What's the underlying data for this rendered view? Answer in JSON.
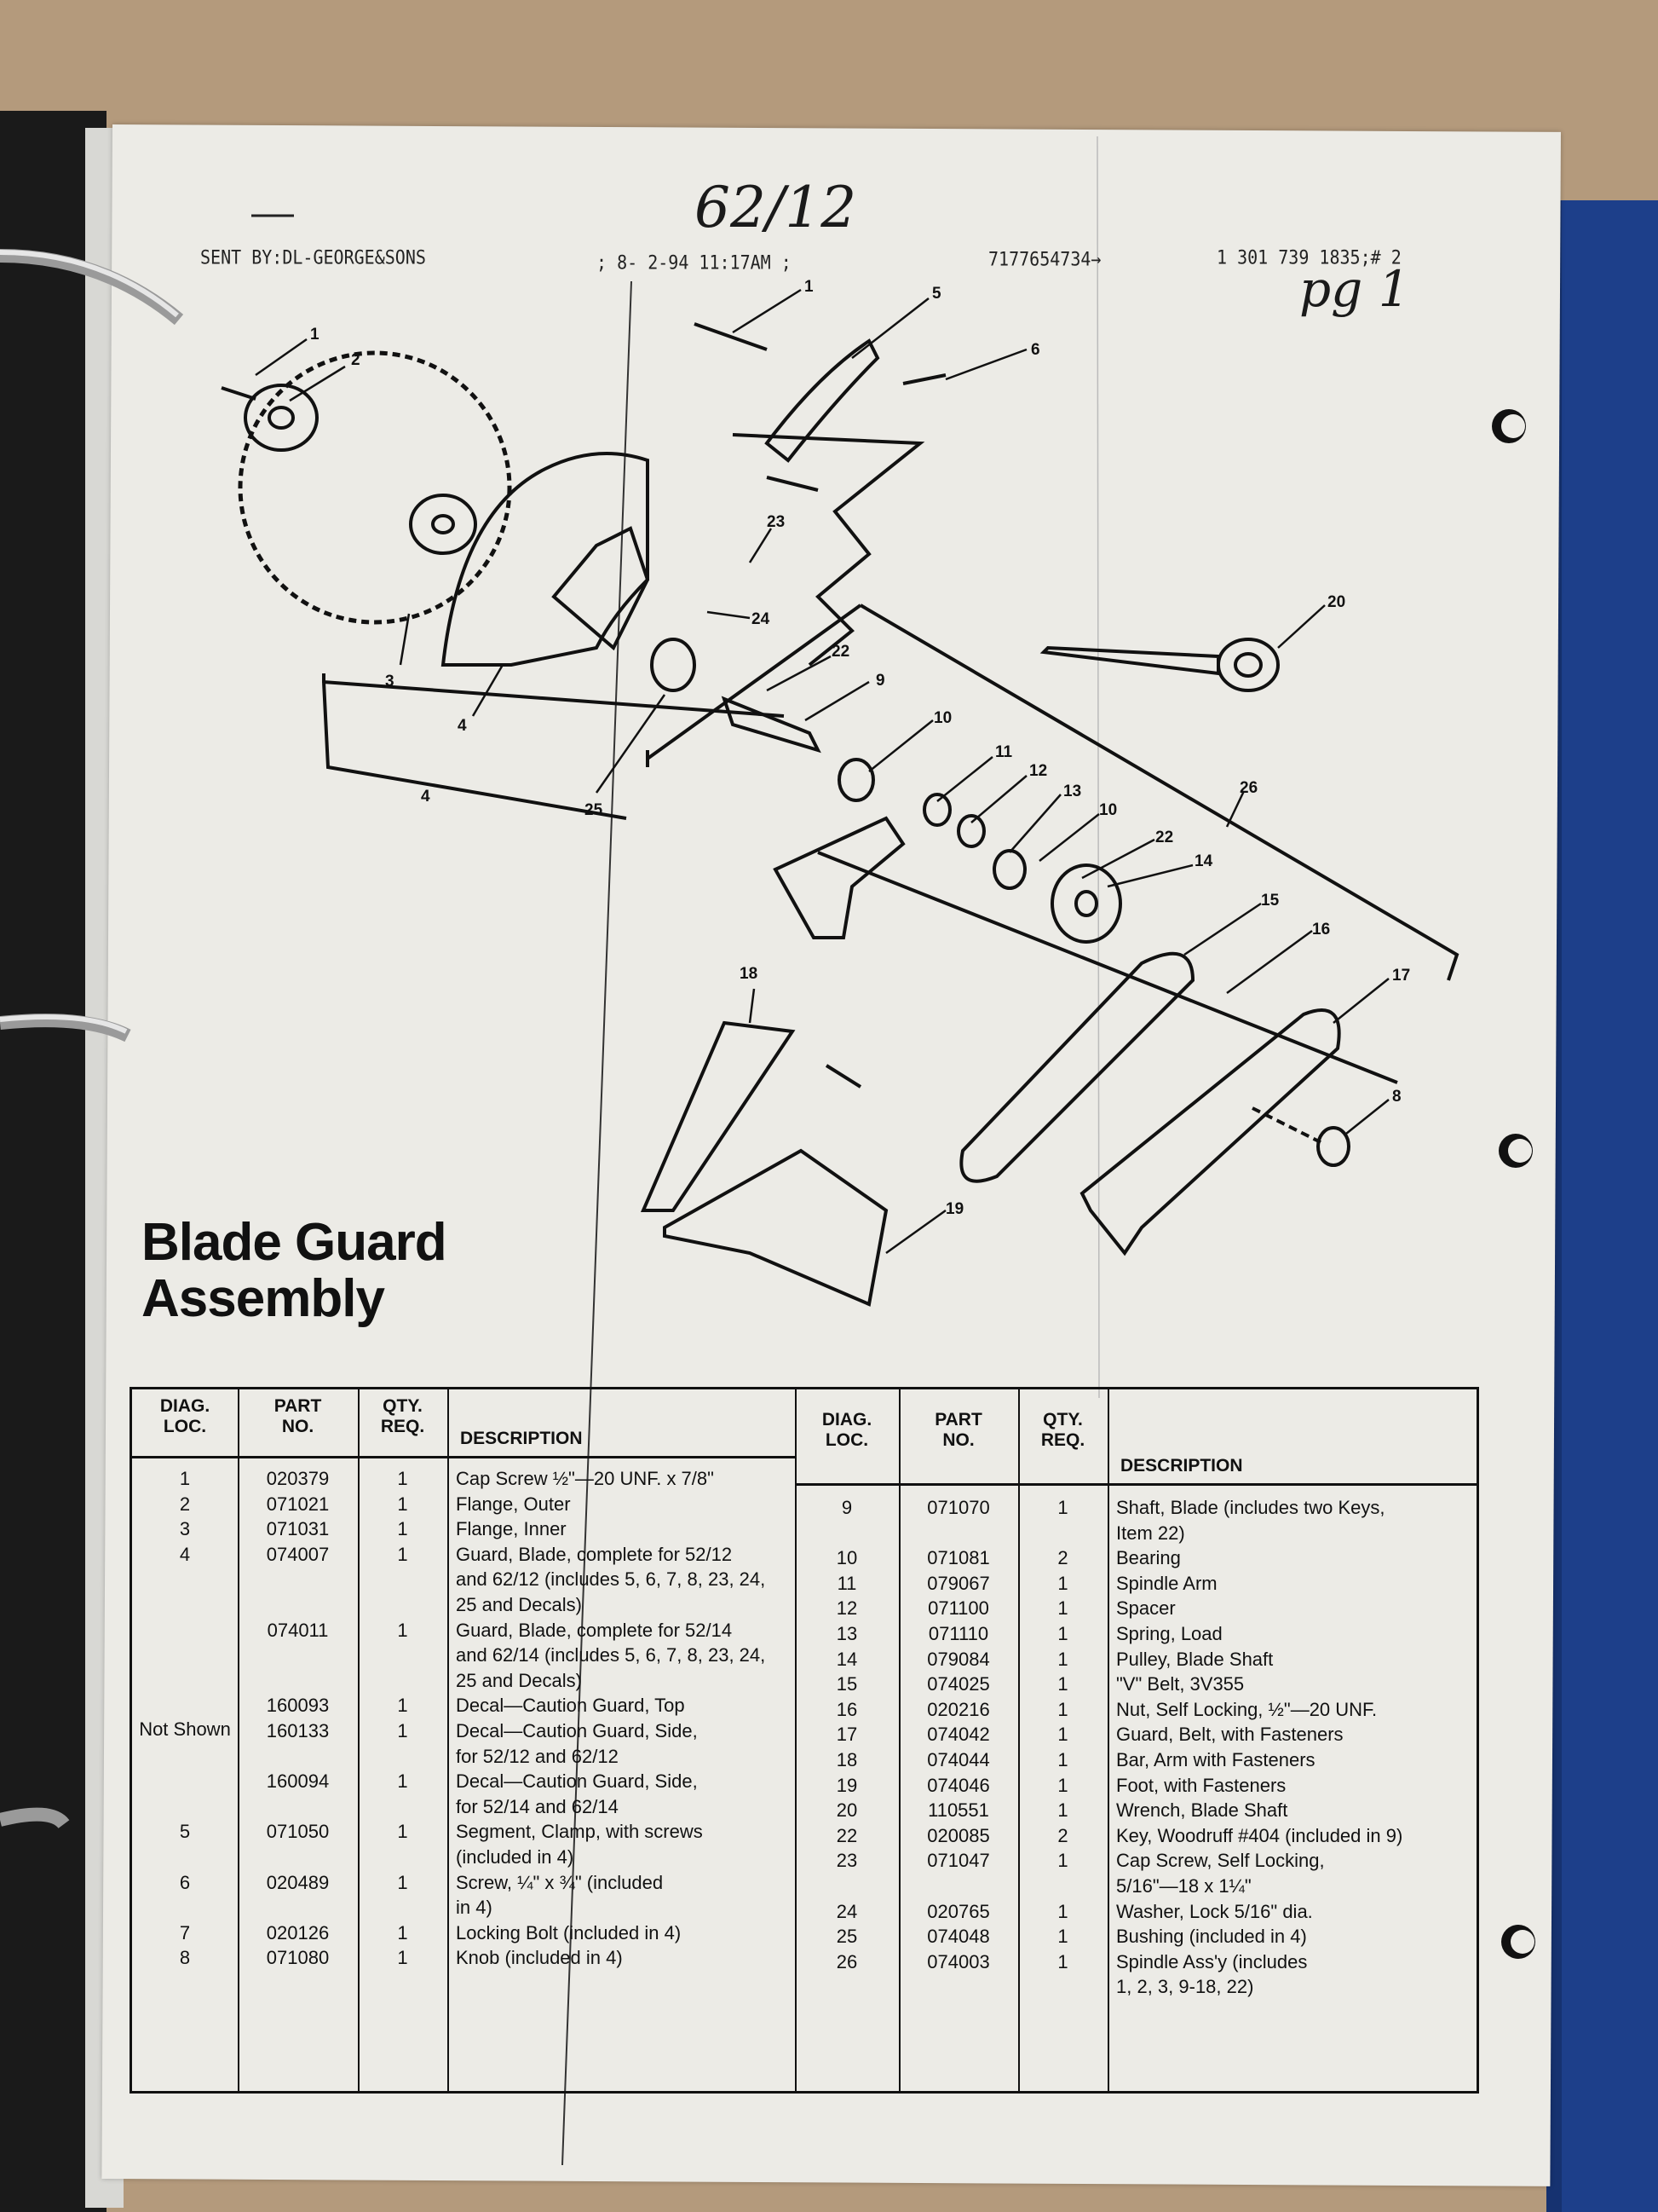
{
  "fax_header": {
    "sender": "SENT BY:DL-GEORGE&SONS",
    "datetime": "; 8- 2-94 11:17AM ;",
    "from_number": "7177654734→",
    "to_number": "1 301 739 1835;# 2"
  },
  "handwriting": {
    "model": "62/12",
    "page": "pg 1"
  },
  "title": {
    "line1": "Blade Guard",
    "line2": "Assembly"
  },
  "diagram": {
    "callouts": [
      "1",
      "2",
      "3",
      "4",
      "4",
      "5",
      "6",
      "1",
      "23",
      "24",
      "22",
      "9",
      "10",
      "11",
      "12",
      "13",
      "10",
      "22",
      "14",
      "15",
      "16",
      "17",
      "8",
      "18",
      "19",
      "20",
      "25",
      "26"
    ]
  },
  "table": {
    "headers": {
      "diag": [
        "DIAG.",
        "LOC."
      ],
      "part": [
        "PART",
        "NO."
      ],
      "qty": [
        "QTY.",
        "REQ."
      ],
      "desc": "DESCRIPTION"
    },
    "left_rows": [
      {
        "diag": "1",
        "part": "020379",
        "qty": "1",
        "desc": [
          "Cap Screw ½\"—20 UNF. x 7/8\""
        ]
      },
      {
        "diag": "2",
        "part": "071021",
        "qty": "1",
        "desc": [
          "Flange, Outer"
        ]
      },
      {
        "diag": "3",
        "part": "071031",
        "qty": "1",
        "desc": [
          "Flange, Inner"
        ]
      },
      {
        "diag": "4",
        "part": "074007",
        "qty": "1",
        "desc": [
          "Guard, Blade, complete for 52/12",
          "and 62/12 (includes 5, 6, 7, 8, 23, 24,",
          "25 and Decals)"
        ]
      },
      {
        "diag": "",
        "part": "074011",
        "qty": "1",
        "desc": [
          "Guard, Blade, complete for 52/14",
          "and 62/14 (includes 5, 6, 7, 8, 23, 24,",
          "25 and Decals)"
        ]
      },
      {
        "diag": "",
        "part": "160093",
        "qty": "1",
        "desc": [
          "Decal—Caution Guard, Top"
        ]
      },
      {
        "diag": "Not Shown",
        "part": "160133",
        "qty": "1",
        "desc": [
          "Decal—Caution Guard, Side,",
          "for 52/12 and 62/12"
        ]
      },
      {
        "diag": "",
        "part": "160094",
        "qty": "1",
        "desc": [
          "Decal—Caution Guard, Side,",
          "for 52/14 and 62/14"
        ]
      },
      {
        "diag": "5",
        "part": "071050",
        "qty": "1",
        "desc": [
          "Segment, Clamp, with screws",
          "(included in 4)"
        ]
      },
      {
        "diag": "6",
        "part": "020489",
        "qty": "1",
        "desc": [
          "Screw, ¼\" x ¾\" (included",
          "in 4)"
        ]
      },
      {
        "diag": "7",
        "part": "020126",
        "qty": "1",
        "desc": [
          "Locking Bolt (included in 4)"
        ]
      },
      {
        "diag": "8",
        "part": "071080",
        "qty": "1",
        "desc": [
          "Knob (included in 4)"
        ]
      }
    ],
    "right_rows": [
      {
        "diag": "9",
        "part": "071070",
        "qty": "1",
        "desc": [
          "Shaft, Blade (includes two Keys,",
          "Item 22)"
        ]
      },
      {
        "diag": "10",
        "part": "071081",
        "qty": "2",
        "desc": [
          "Bearing"
        ]
      },
      {
        "diag": "11",
        "part": "079067",
        "qty": "1",
        "desc": [
          "Spindle Arm"
        ]
      },
      {
        "diag": "12",
        "part": "071100",
        "qty": "1",
        "desc": [
          "Spacer"
        ]
      },
      {
        "diag": "13",
        "part": "071110",
        "qty": "1",
        "desc": [
          "Spring, Load"
        ]
      },
      {
        "diag": "14",
        "part": "079084",
        "qty": "1",
        "desc": [
          "Pulley, Blade Shaft"
        ]
      },
      {
        "diag": "15",
        "part": "074025",
        "qty": "1",
        "desc": [
          "\"V\" Belt, 3V355"
        ]
      },
      {
        "diag": "16",
        "part": "020216",
        "qty": "1",
        "desc": [
          "Nut, Self Locking, ½\"—20 UNF."
        ]
      },
      {
        "diag": "17",
        "part": "074042",
        "qty": "1",
        "desc": [
          "Guard, Belt, with Fasteners"
        ]
      },
      {
        "diag": "18",
        "part": "074044",
        "qty": "1",
        "desc": [
          "Bar, Arm with Fasteners"
        ]
      },
      {
        "diag": "19",
        "part": "074046",
        "qty": "1",
        "desc": [
          "Foot, with Fasteners"
        ]
      },
      {
        "diag": "20",
        "part": "110551",
        "qty": "1",
        "desc": [
          "Wrench, Blade Shaft"
        ]
      },
      {
        "diag": "22",
        "part": "020085",
        "qty": "2",
        "desc": [
          "Key, Woodruff #404 (included in 9)"
        ]
      },
      {
        "diag": "23",
        "part": "071047",
        "qty": "1",
        "desc": [
          "Cap Screw, Self Locking,",
          "5/16\"—18 x 1¼\""
        ]
      },
      {
        "diag": "24",
        "part": "020765",
        "qty": "1",
        "desc": [
          "Washer, Lock 5/16\" dia."
        ]
      },
      {
        "diag": "25",
        "part": "074048",
        "qty": "1",
        "desc": [
          "Bushing (included in 4)"
        ]
      },
      {
        "diag": "26",
        "part": "074003",
        "qty": "1",
        "desc": [
          "Spindle Ass'y (includes",
          "1, 2, 3, 9-18, 22)"
        ]
      }
    ]
  },
  "colors": {
    "paper": "#ecebe6",
    "ink": "#111111",
    "binder_blue": "#1d3f8a",
    "cardboard": "#b49a7c"
  }
}
